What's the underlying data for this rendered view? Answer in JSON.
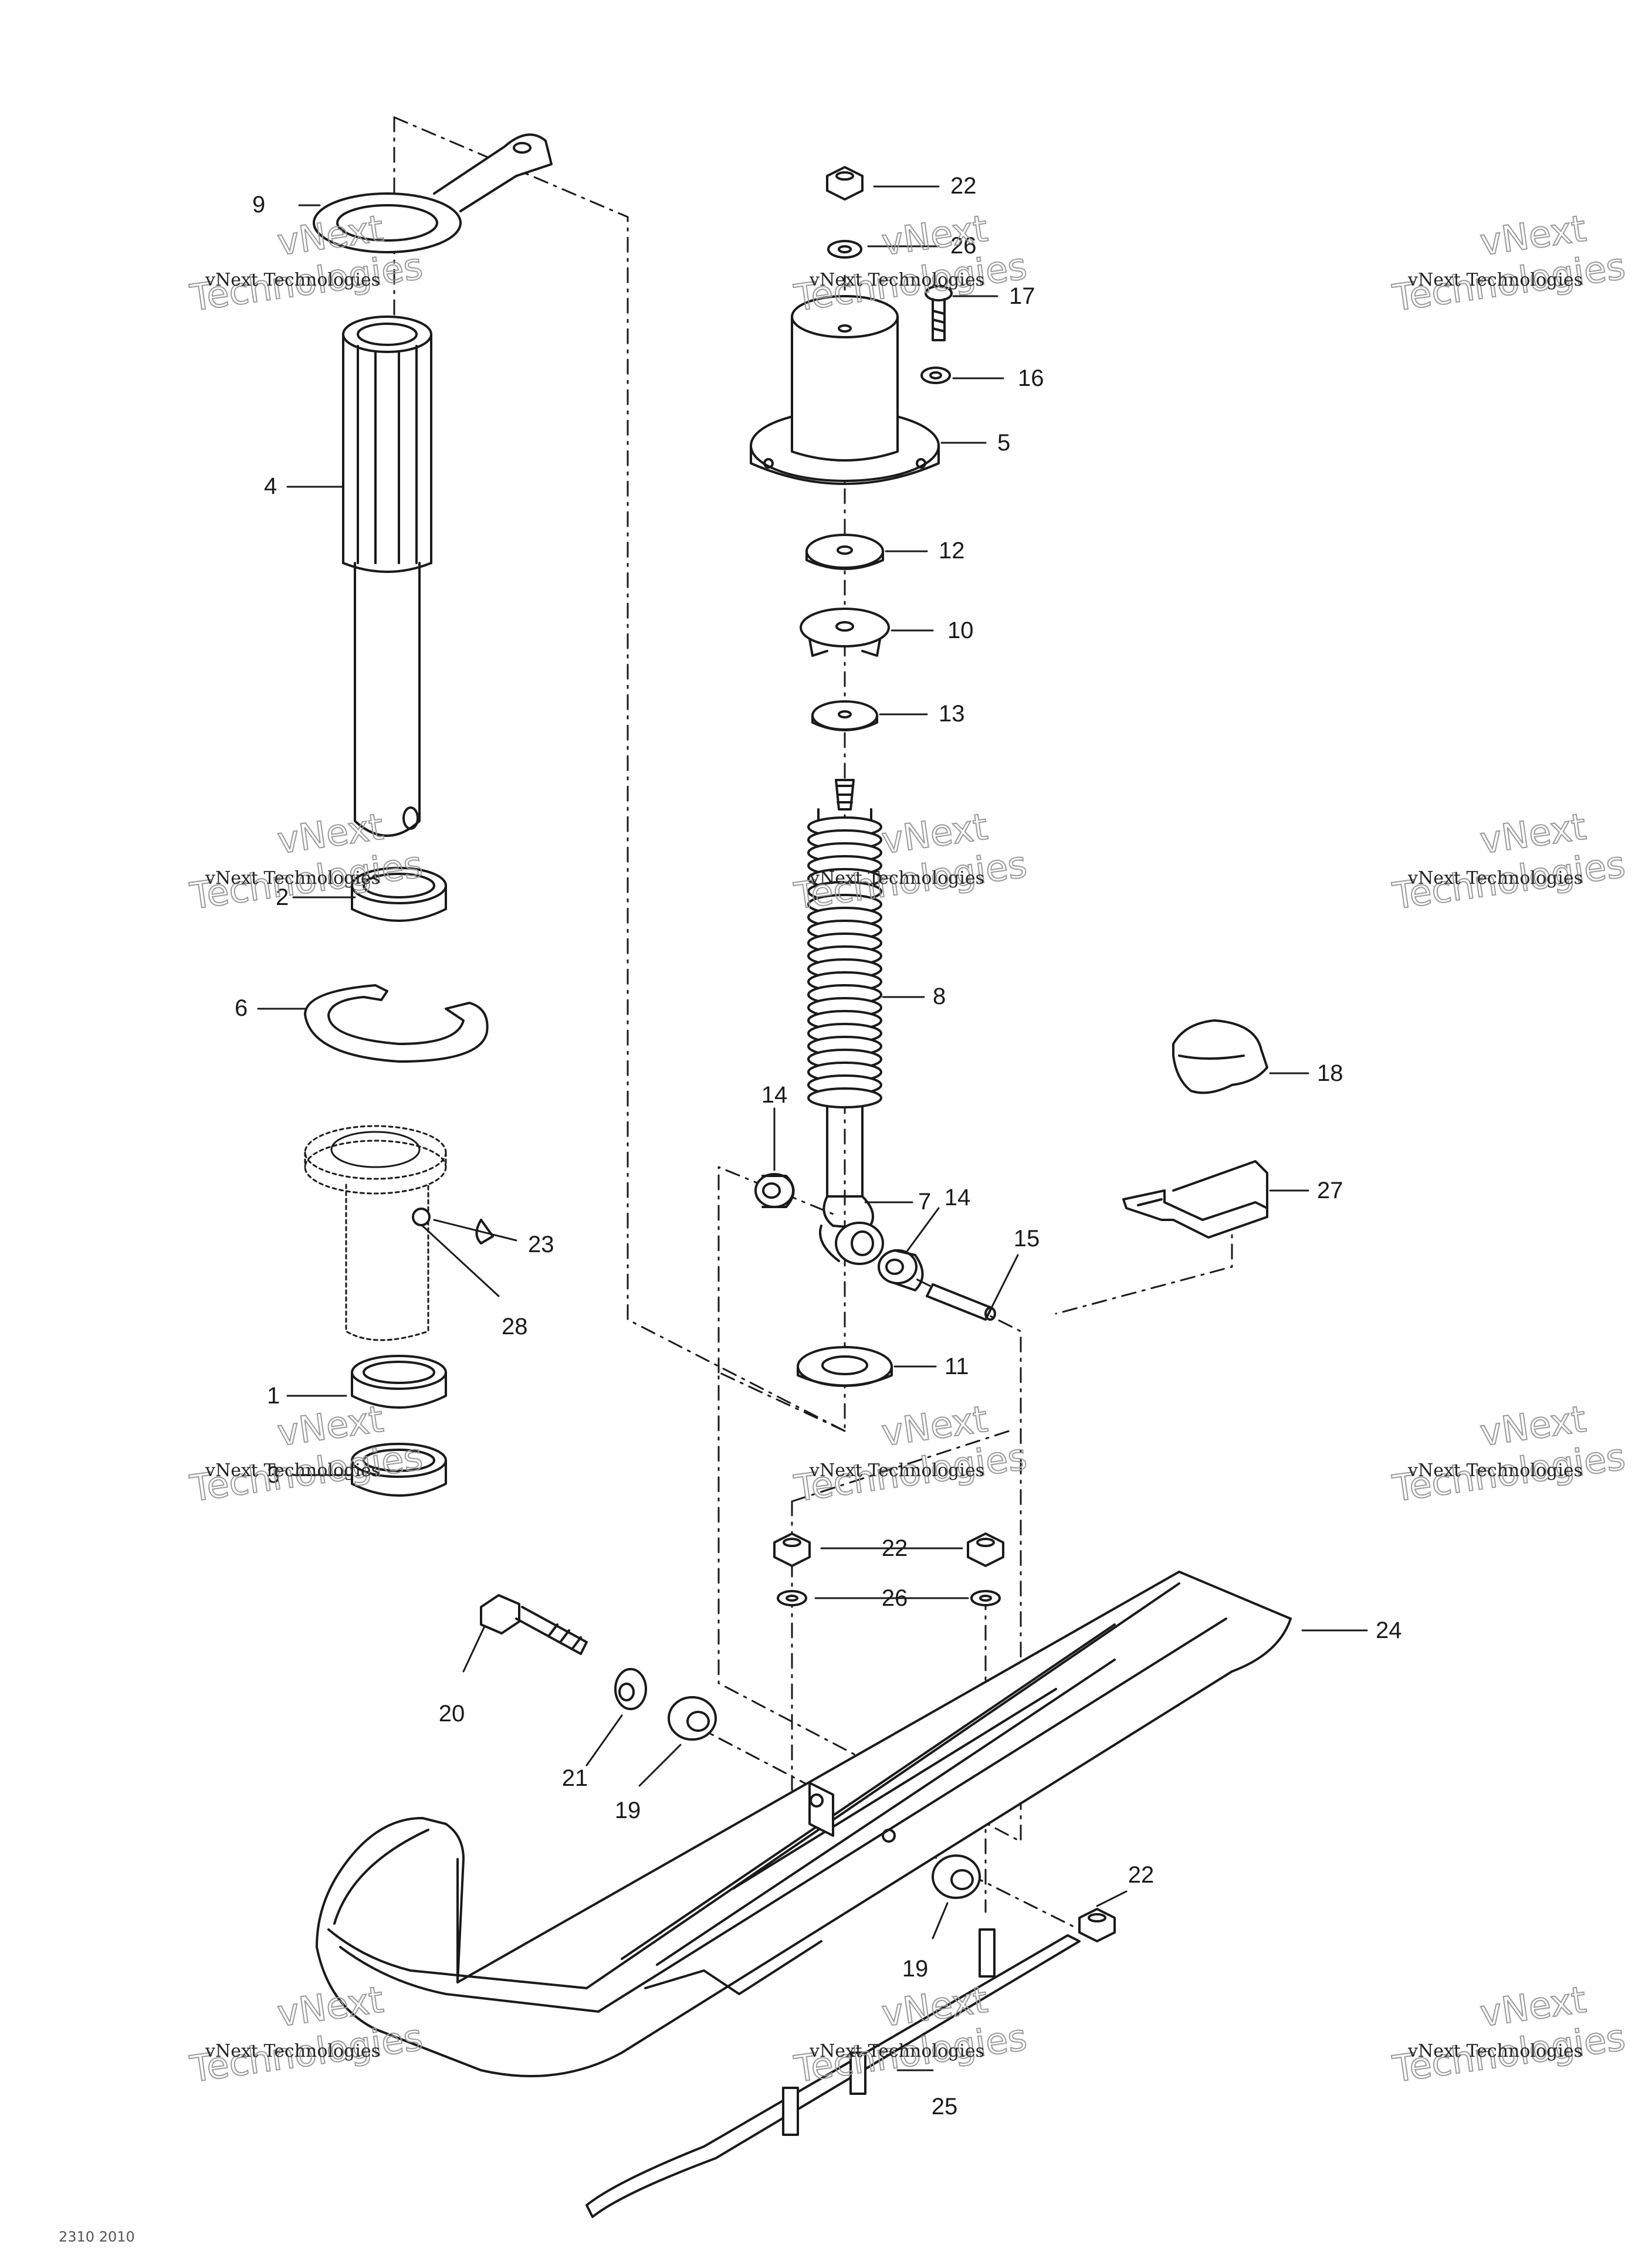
{
  "diagram": {
    "callouts": [
      {
        "id": "c9",
        "label": "9"
      },
      {
        "id": "c4",
        "label": "4"
      },
      {
        "id": "c2",
        "label": "2"
      },
      {
        "id": "c6",
        "label": "6"
      },
      {
        "id": "c23",
        "label": "23"
      },
      {
        "id": "c28",
        "label": "28"
      },
      {
        "id": "c1",
        "label": "1"
      },
      {
        "id": "c3",
        "label": "3"
      },
      {
        "id": "c22a",
        "label": "22"
      },
      {
        "id": "c26a",
        "label": "26"
      },
      {
        "id": "c17",
        "label": "17"
      },
      {
        "id": "c16",
        "label": "16"
      },
      {
        "id": "c5",
        "label": "5"
      },
      {
        "id": "c12",
        "label": "12"
      },
      {
        "id": "c10",
        "label": "10"
      },
      {
        "id": "c13",
        "label": "13"
      },
      {
        "id": "c8",
        "label": "8"
      },
      {
        "id": "c14a",
        "label": "14"
      },
      {
        "id": "c7",
        "label": "7"
      },
      {
        "id": "c14b",
        "label": "14"
      },
      {
        "id": "c15",
        "label": "15"
      },
      {
        "id": "c11",
        "label": "11"
      },
      {
        "id": "c18",
        "label": "18"
      },
      {
        "id": "c27",
        "label": "27"
      },
      {
        "id": "c22b",
        "label": "22"
      },
      {
        "id": "c26b",
        "label": "26"
      },
      {
        "id": "c24",
        "label": "24"
      },
      {
        "id": "c20",
        "label": "20"
      },
      {
        "id": "c21",
        "label": "21"
      },
      {
        "id": "c19a",
        "label": "19"
      },
      {
        "id": "c19b",
        "label": "19"
      },
      {
        "id": "c22c",
        "label": "22"
      },
      {
        "id": "c25",
        "label": "25"
      }
    ],
    "colors": {
      "line": "#1a1a1a",
      "fill": "#ffffff",
      "watermark": "#9a9a9a"
    }
  },
  "watermark": {
    "line1": "vNext",
    "line2": "Technologies",
    "caption": "vNext Technologies"
  },
  "footer": {
    "code": "2310 2010"
  }
}
